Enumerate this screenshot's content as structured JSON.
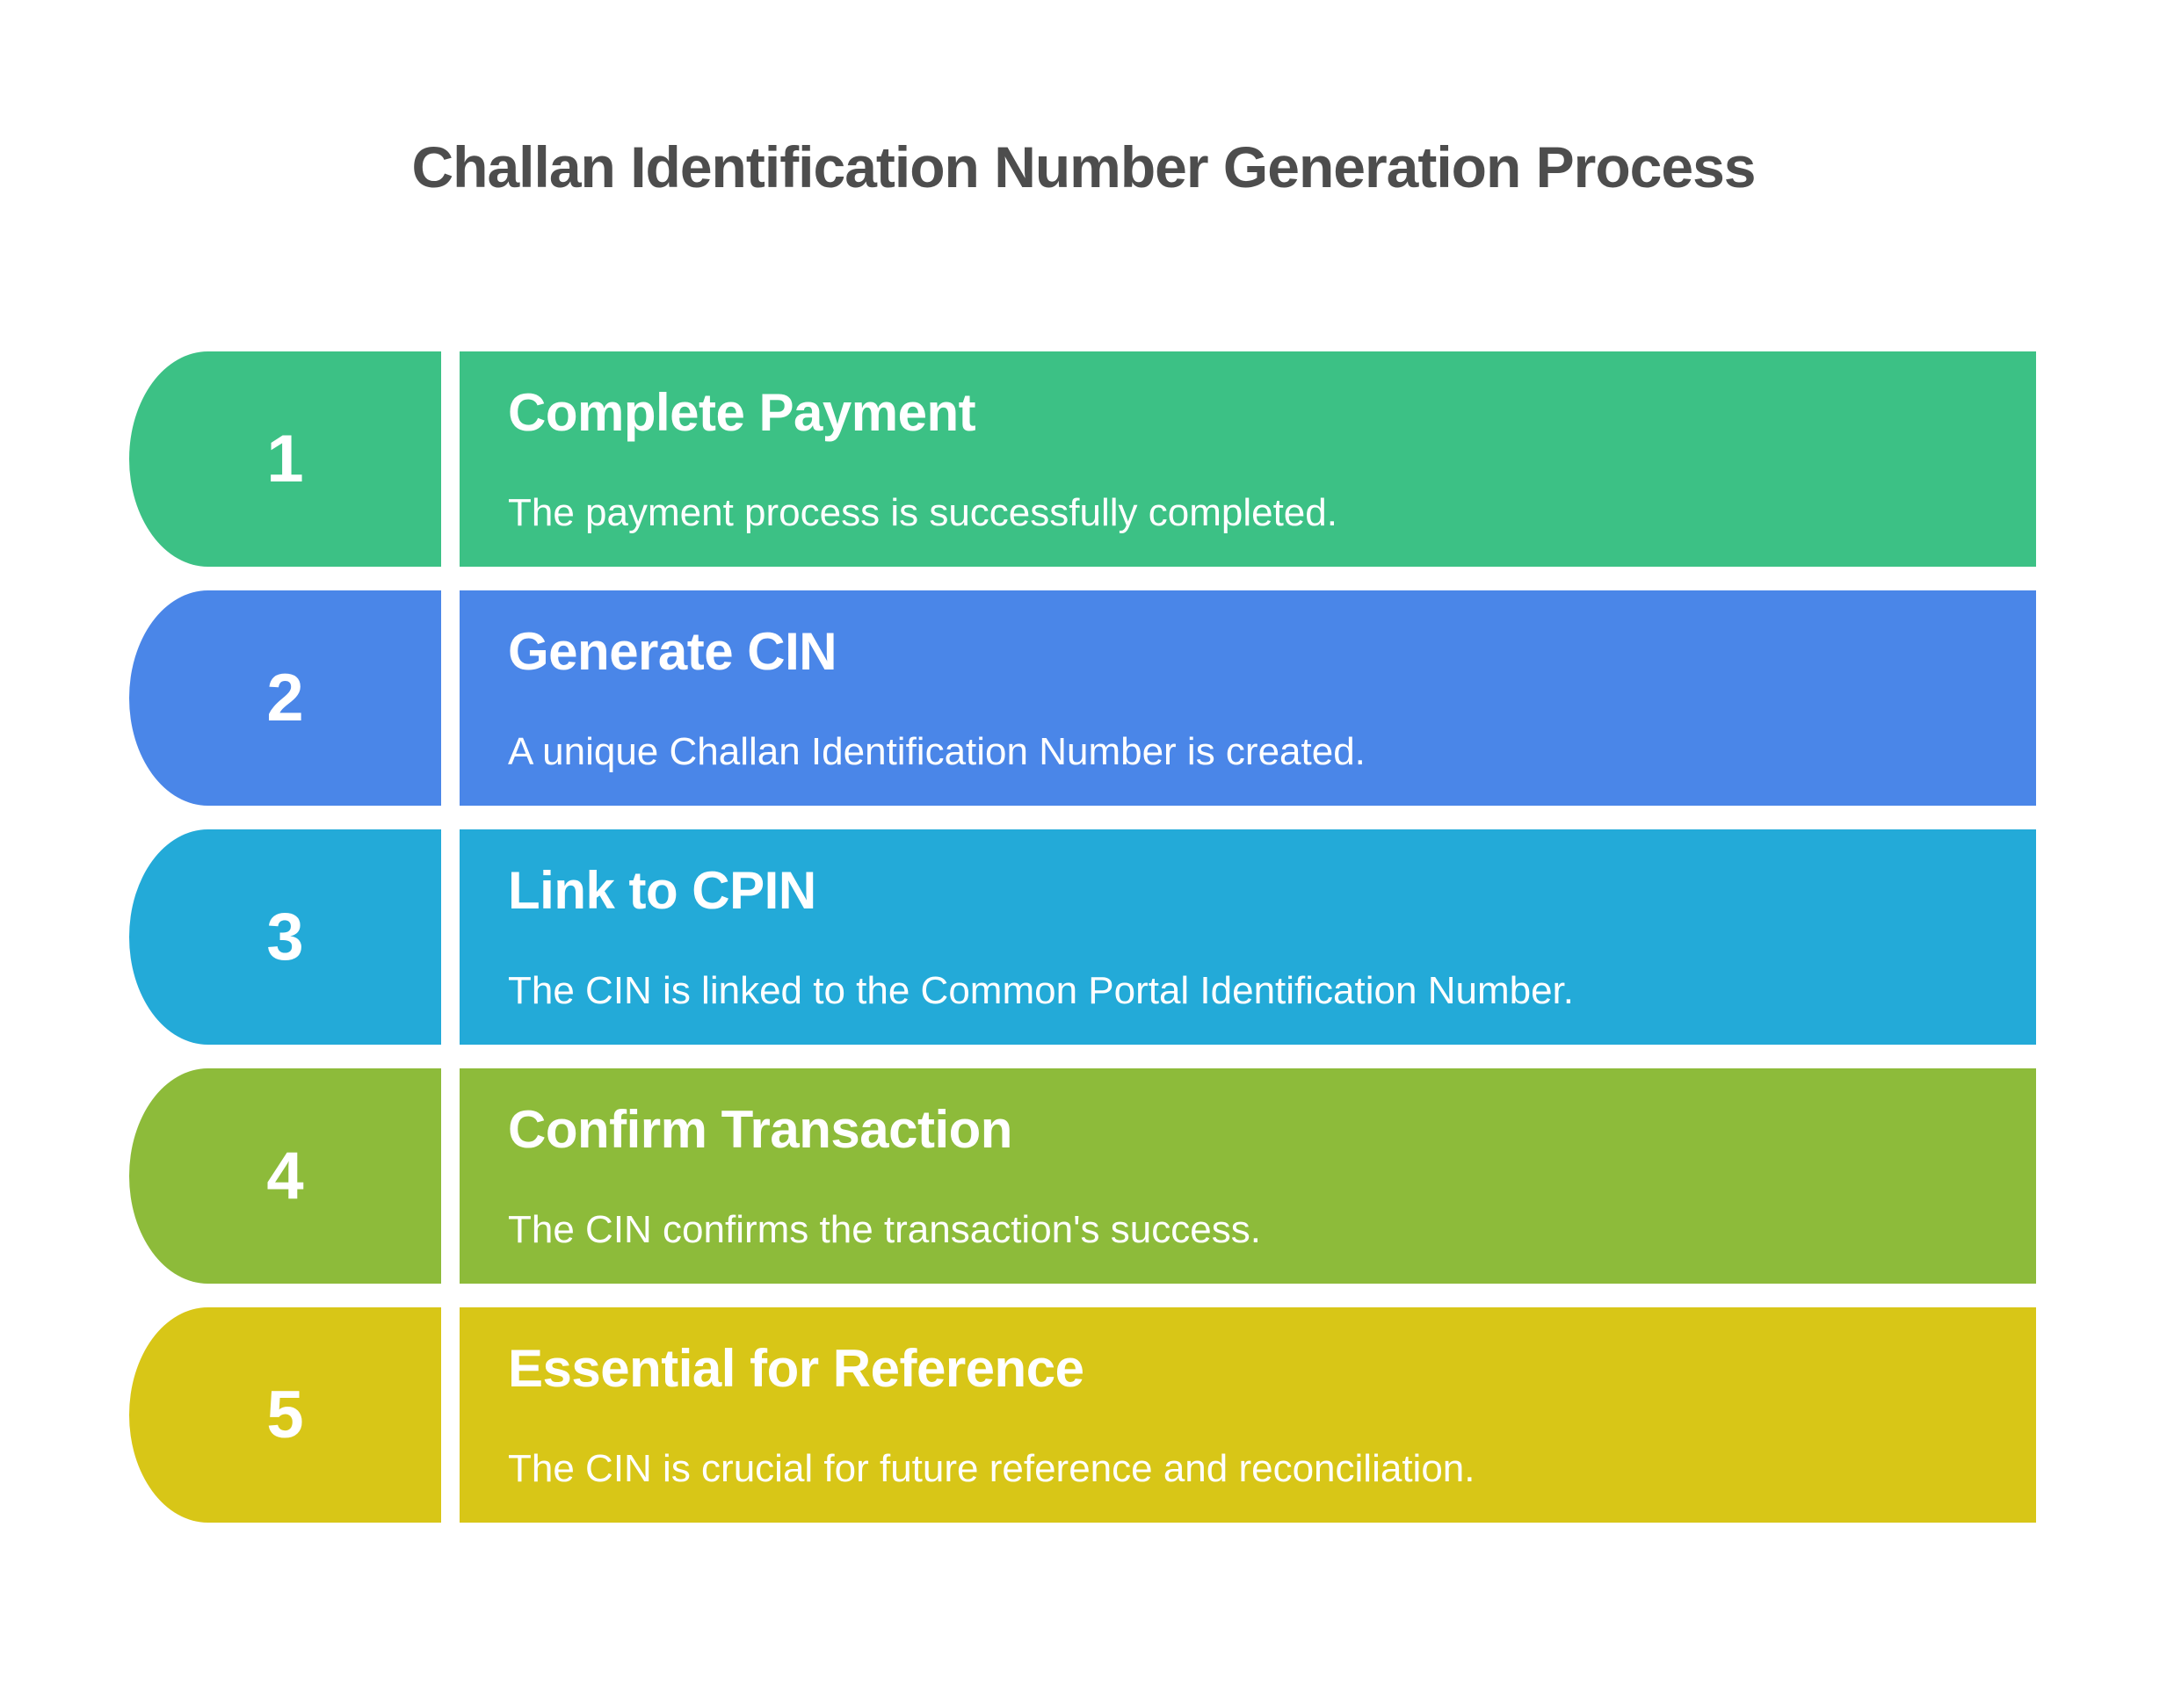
{
  "title": "Challan Identification Number Generation Process",
  "colors": {
    "background": "#FFFFFF",
    "title_text": "#4D4D4D",
    "step_text": "#FFFFFF"
  },
  "steps": [
    {
      "number": "1",
      "title": "Complete Payment",
      "description": "The payment process is successfully completed.",
      "color": "#3CC185"
    },
    {
      "number": "2",
      "title": "Generate CIN",
      "description": "A unique Challan Identification Number is created.",
      "color": "#4A86E8"
    },
    {
      "number": "3",
      "title": "Link to CPIN",
      "description": "The CIN is linked to the Common Portal Identification Number.",
      "color": "#23AAD8"
    },
    {
      "number": "4",
      "title": "Confirm Transaction",
      "description": "The CIN confirms the transaction's success.",
      "color": "#8DBB3A"
    },
    {
      "number": "5",
      "title": "Essential for Reference",
      "description": "The CIN is crucial for future reference and reconciliation.",
      "color": "#D8C617"
    }
  ]
}
